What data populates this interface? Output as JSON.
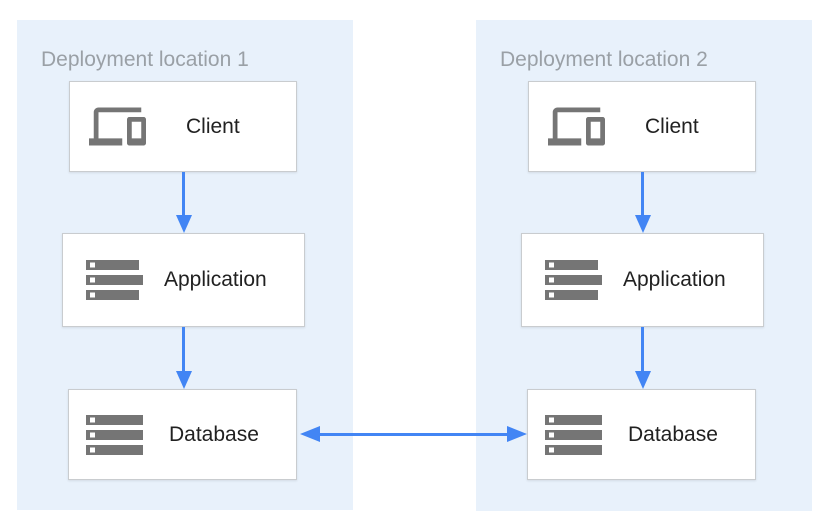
{
  "diagram": {
    "panels": [
      {
        "title": "Deployment location 1",
        "nodes": [
          {
            "label": "Client",
            "icon": "devices-icon"
          },
          {
            "label": "Application",
            "icon": "server-stack-icon"
          },
          {
            "label": "Database",
            "icon": "server-stack-icon"
          }
        ]
      },
      {
        "title": "Deployment location 2",
        "nodes": [
          {
            "label": "Client",
            "icon": "devices-icon"
          },
          {
            "label": "Application",
            "icon": "server-stack-icon"
          },
          {
            "label": "Database",
            "icon": "server-stack-icon"
          }
        ]
      }
    ],
    "connections": [
      {
        "from": "Client",
        "to": "Application",
        "direction": "down"
      },
      {
        "from": "Application",
        "to": "Database",
        "direction": "down"
      },
      {
        "from": "Database (location 1)",
        "to": "Database (location 2)",
        "direction": "bidirectional"
      }
    ],
    "colors": {
      "panel_bg": "#e8f1fb",
      "arrow": "#4285f4",
      "icon": "#757575",
      "title_text": "#9aa0a6",
      "label_text": "#212121",
      "node_border": "#c9cccf"
    }
  }
}
